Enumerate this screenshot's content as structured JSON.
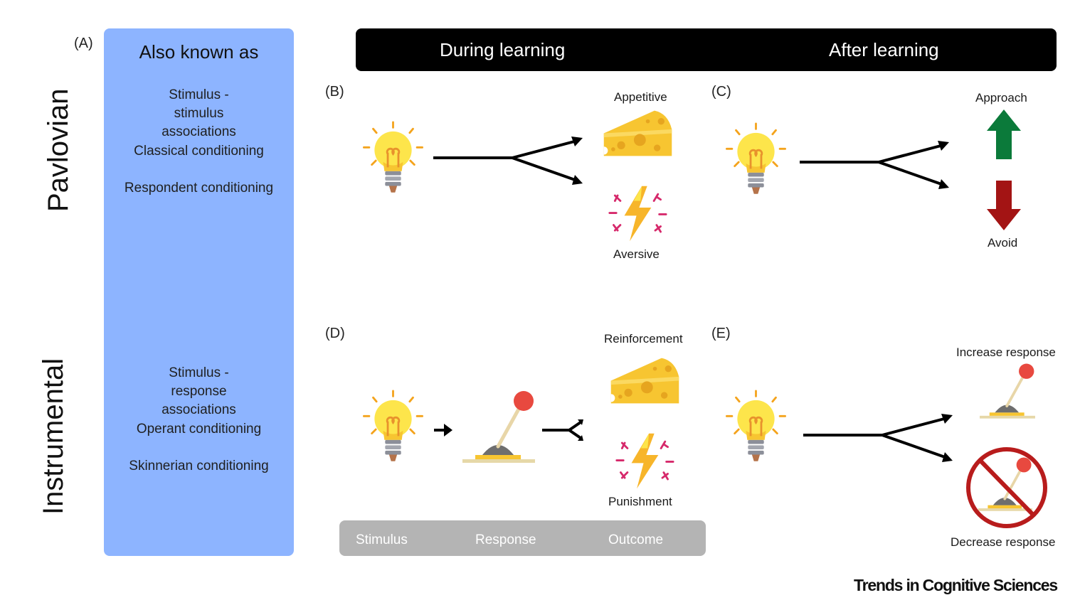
{
  "panels": {
    "a": "(A)",
    "b": "(B)",
    "c": "(C)",
    "d": "(D)",
    "e": "(E)"
  },
  "side_labels": {
    "pavlovian": "Pavlovian",
    "instrumental": "Instrumental"
  },
  "also_known_as": {
    "title": "Also known as",
    "pavlovian_items": [
      "Stimulus - stimulus associations",
      "Classical conditioning",
      "Respondent conditioning"
    ],
    "instrumental_items": [
      "Stimulus - response associations",
      "Operant conditioning",
      "Skinnerian conditioning"
    ]
  },
  "header": {
    "during": "During learning",
    "after": "After learning"
  },
  "pavlovian_outcomes": {
    "appetitive": "Appetitive",
    "aversive": "Aversive",
    "approach": "Approach",
    "avoid": "Avoid"
  },
  "instrumental_outcomes": {
    "reinforcement": "Reinforcement",
    "punishment": "Punishment",
    "increase": "Increase response",
    "decrease": "Decrease response"
  },
  "sro_bar": {
    "stimulus": "Stimulus",
    "response": "Response",
    "outcome": "Outcome"
  },
  "journal": "Trends in Cognitive Sciences",
  "icons": [
    "lightbulb-icon",
    "cheese-icon",
    "lightning-icon",
    "lever-icon",
    "up-arrow-icon",
    "down-arrow-icon",
    "prohibited-icon"
  ],
  "colors": {
    "box_blue": "#8db4ff",
    "header_black": "#000000",
    "bar_gray": "#b4b4b4",
    "approach_green": "#0b7a3a",
    "avoid_red": "#a31414",
    "cheese_yellow": "#f7c531",
    "lightning_pink": "#d6296b",
    "no_sign_red": "#b81c1c"
  }
}
